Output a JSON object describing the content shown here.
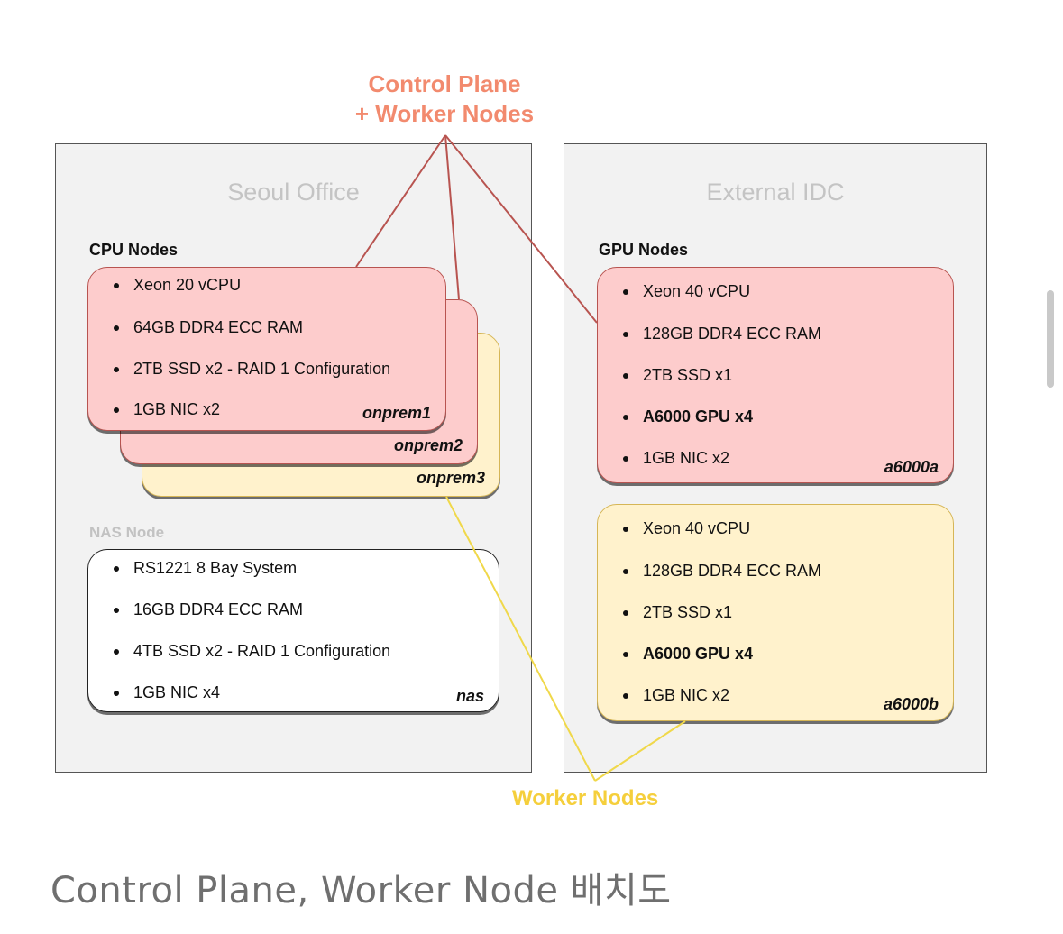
{
  "annotations": {
    "control_plane_line1": "Control Plane",
    "control_plane_line2": "+ Worker Nodes",
    "worker_nodes": "Worker Nodes"
  },
  "seoul": {
    "title": "Seoul Office",
    "cpu_label": "CPU Nodes",
    "nas_label": "NAS Node",
    "onprem1": {
      "name": "onprem1",
      "specs": [
        "Xeon 20 vCPU",
        "64GB DDR4 ECC RAM",
        "2TB SSD x2 - RAID 1 Configuration",
        "1GB NIC x2"
      ]
    },
    "onprem2": {
      "name": "onprem2"
    },
    "onprem3": {
      "name": "onprem3"
    },
    "nas": {
      "name": "nas",
      "specs": [
        "RS1221 8 Bay System",
        "16GB DDR4 ECC RAM",
        "4TB SSD x2 - RAID 1 Configuration",
        "1GB NIC x4"
      ]
    }
  },
  "idc": {
    "title": "External IDC",
    "gpu_label": "GPU Nodes",
    "a6000a": {
      "name": "a6000a",
      "specs": [
        "Xeon 40 vCPU",
        "128GB DDR4 ECC RAM",
        "2TB SSD x1",
        "A6000 GPU x4",
        "1GB NIC x2"
      ]
    },
    "a6000b": {
      "name": "a6000b",
      "specs": [
        "Xeon 40 vCPU",
        "128GB DDR4 ECC RAM",
        "2TB SSD x1",
        "A6000 GPU x4",
        "1GB NIC x2"
      ]
    }
  },
  "caption": "Control Plane, Worker Node 배치도",
  "colors": {
    "control_plane": "#f28a6e",
    "worker": "#f5cf3c",
    "red_fill": "#fdcccc",
    "yellow_fill": "#fff2cc",
    "red_line": "#b85450",
    "yellow_line": "#f0d84a"
  }
}
